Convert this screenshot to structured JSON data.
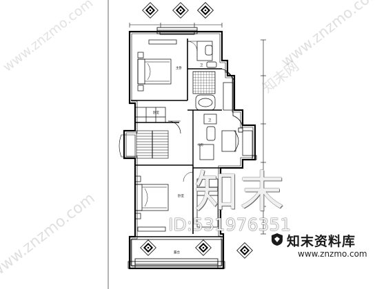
{
  "watermarks": {
    "site_diag_1": "www.znzmo.com",
    "site_diag_2": "www.znzmo.com",
    "site_diag_3": "www.znzmo.com",
    "brand_diag": "知末网",
    "brand_big": "知末",
    "id_text": "ID:531976351"
  },
  "logo": {
    "name": "知末资料库",
    "url": "www.znzmo.com"
  },
  "plan": {
    "room_labels": [
      "主卧",
      "卧室",
      "卫",
      "卧室",
      "书房",
      "卫",
      "露台"
    ]
  },
  "colors": {
    "line": "#000000",
    "background": "#ffffff",
    "watermark": "#9a9a9a"
  }
}
